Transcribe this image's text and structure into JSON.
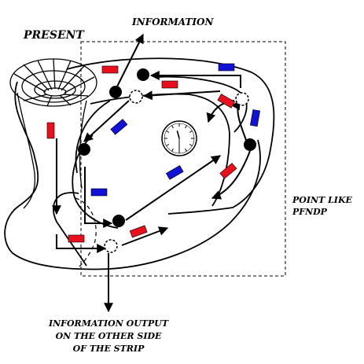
{
  "labels": {
    "present": "PRESENT",
    "information": "INFORMATION",
    "point_like_line1": "POINT LIKE",
    "point_like_line2": "PFNDP",
    "output_line1": "INFORMATION OUTPUT",
    "output_line2": "ON THE OTHER SIDE",
    "output_line3": "OF THE STRIP"
  },
  "colors": {
    "red_marker": "#e8101c",
    "blue_marker": "#1212d6",
    "ink": "#000000",
    "background": "#ffffff"
  },
  "icons": [
    "funnel-wormhole-icon",
    "clock-icon"
  ],
  "clock": {
    "hour": 11,
    "minute": 30
  }
}
